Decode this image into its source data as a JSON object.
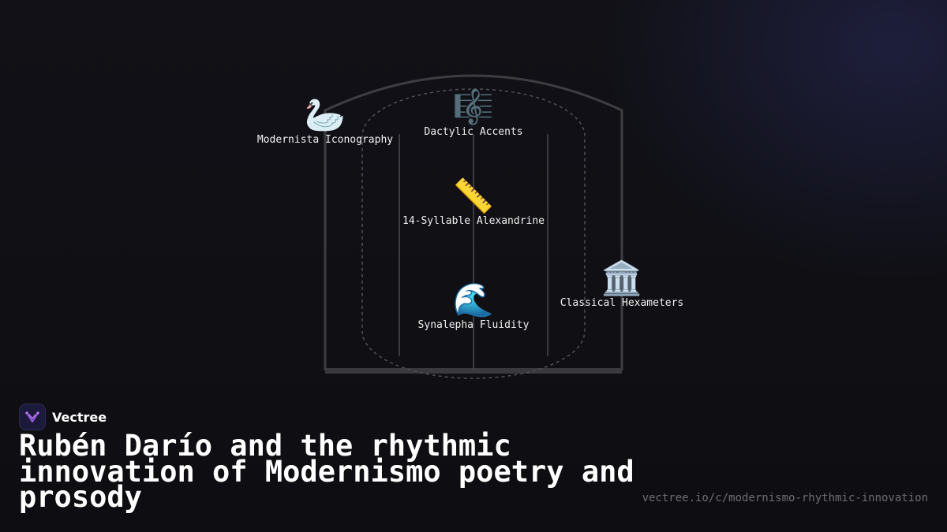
{
  "diagram": {
    "nodes": [
      {
        "id": "iconography",
        "icon": "swan-icon",
        "emoji": "🦢",
        "label": "Modernista Iconography"
      },
      {
        "id": "dactylic",
        "icon": "musical-score-icon",
        "emoji": "🎼",
        "label": "Dactylic Accents"
      },
      {
        "id": "alexandrine",
        "icon": "ruler-icon",
        "emoji": "📏",
        "label": "14-Syllable Alexandrine"
      },
      {
        "id": "hexameters",
        "icon": "classical-building-icon",
        "emoji": "🏛️",
        "label": "Classical Hexameters"
      },
      {
        "id": "synalepha",
        "icon": "water-wave-icon",
        "emoji": "🌊",
        "label": "Synalepha Fluidity"
      }
    ]
  },
  "brand": {
    "name": "Vectree",
    "logo_icon": "vectree-logo-icon",
    "accent": "#9b5de5"
  },
  "title": "Rubén Darío and the rhythmic innovation of Modernismo poetry and prosody",
  "url": "vectree.io/c/modernismo-rhythmic-innovation"
}
